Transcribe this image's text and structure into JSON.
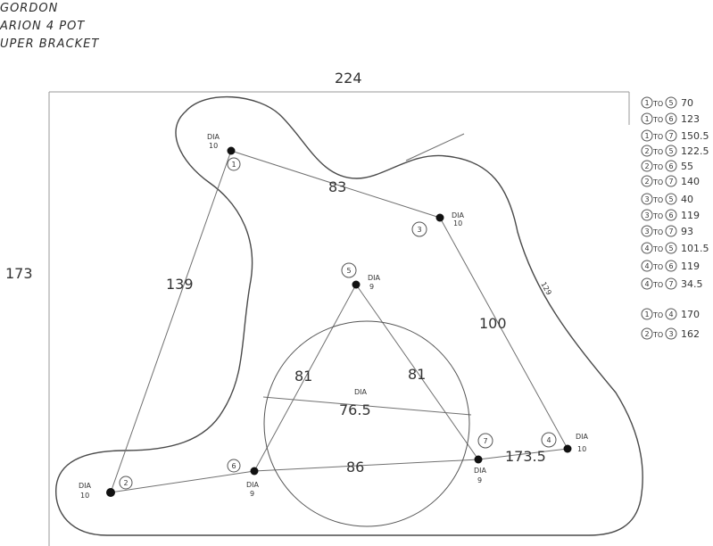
{
  "header": {
    "line1": "GORDON",
    "line2": "ARION 4 POT",
    "line3": "UPER BRACKET"
  },
  "dimensions": {
    "width": "224",
    "height": "173",
    "d_1_3": "83",
    "d_1_2": "139",
    "d_3_4": "100",
    "d_5_6": "81",
    "d_5_7": "81",
    "d_6_7": "86",
    "d_7_4": "173.5",
    "circle_dia_label": "DIA",
    "circle_dia": "76.5",
    "edge_note": "129"
  },
  "holes": [
    {
      "id": "1",
      "dia_label": "DIA",
      "dia": "10"
    },
    {
      "id": "2",
      "dia_label": "DIA",
      "dia": "10"
    },
    {
      "id": "3",
      "dia_label": "DIA",
      "dia": "10"
    },
    {
      "id": "4",
      "dia_label": "DIA",
      "dia": "10"
    },
    {
      "id": "5",
      "dia_label": "DIA",
      "dia": "9"
    },
    {
      "id": "6",
      "dia_label": "DIA",
      "dia": "9"
    },
    {
      "id": "7",
      "dia_label": "DIA",
      "dia": "9"
    }
  ],
  "distance_table": [
    {
      "a": "1",
      "b": "5",
      "value": "70"
    },
    {
      "a": "1",
      "b": "6",
      "value": "123"
    },
    {
      "a": "1",
      "b": "7",
      "value": "150.5"
    },
    {
      "a": "2",
      "b": "5",
      "value": "122.5"
    },
    {
      "a": "2",
      "b": "6",
      "value": "55"
    },
    {
      "a": "2",
      "b": "7",
      "value": "140"
    },
    {
      "a": "3",
      "b": "5",
      "value": "40"
    },
    {
      "a": "3",
      "b": "6",
      "value": "119"
    },
    {
      "a": "3",
      "b": "7",
      "value": "93"
    },
    {
      "a": "4",
      "b": "5",
      "value": "101.5"
    },
    {
      "a": "4",
      "b": "6",
      "value": "119"
    },
    {
      "a": "4",
      "b": "7",
      "value": "34.5"
    },
    {
      "a": "1",
      "b": "4",
      "value": "170"
    },
    {
      "a": "2",
      "b": "3",
      "value": "162"
    }
  ],
  "to_word": "TO"
}
